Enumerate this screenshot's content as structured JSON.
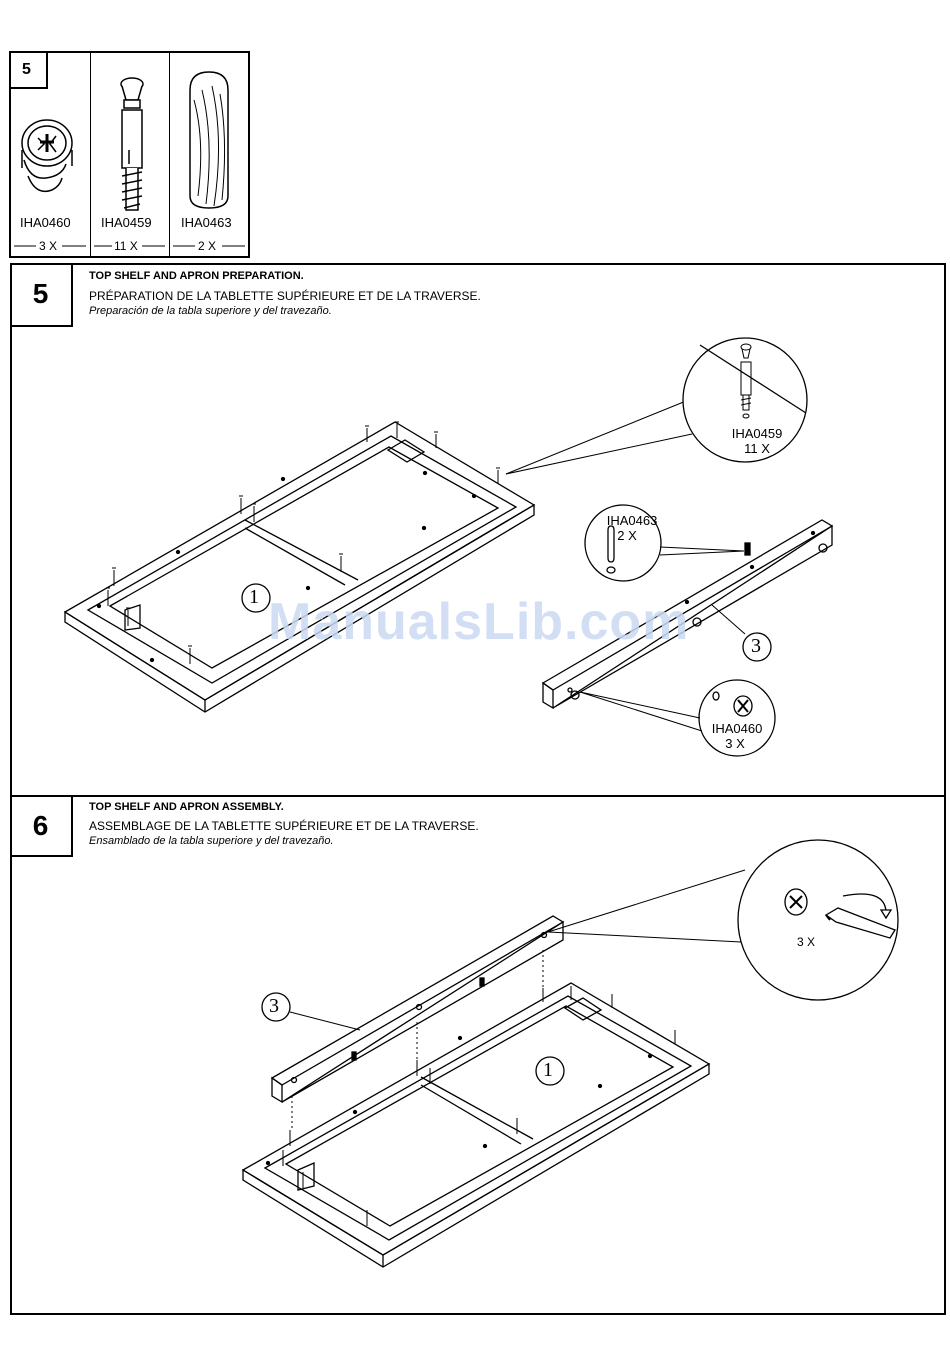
{
  "hardware_box": {
    "step_number": "5",
    "parts": [
      {
        "code": "IHA0460",
        "qty": "3 X",
        "icon": "cam-lock-icon"
      },
      {
        "code": "IHA0459",
        "qty": "11 X",
        "icon": "cam-bolt-icon"
      },
      {
        "code": "IHA0463",
        "qty": "2 X",
        "icon": "wooden-dowel-icon"
      }
    ]
  },
  "step5": {
    "number": "5",
    "title_en": "TOP SHELF AND APRON PREPARATION.",
    "title_fr": "PRÉPARATION DE LA TABLETTE SUPÉRIEURE ET DE LA TRAVERSE.",
    "title_es": "Preparación de la tabla superiore y del travezaño.",
    "callout_bolt_code": "IHA0459",
    "callout_bolt_qty": "11 X",
    "callout_dowel_code": "IHA0463",
    "callout_dowel_qty": "2 X",
    "callout_cam_code": "IHA0460",
    "callout_cam_qty": "3 X",
    "label_top_shelf": "1",
    "label_apron": "3"
  },
  "step6": {
    "number": "6",
    "title_en": "TOP SHELF AND APRON ASSEMBLY.",
    "title_fr": "ASSEMBLAGE DE LA TABLETTE SUPÉRIEURE ET DE LA TRAVERSE.",
    "title_es": "Ensamblado de la tabla superiore y del travezaño.",
    "callout_qty": "3 X",
    "label_top_shelf": "1",
    "label_apron": "3"
  },
  "watermark": "ManualsLib.com"
}
